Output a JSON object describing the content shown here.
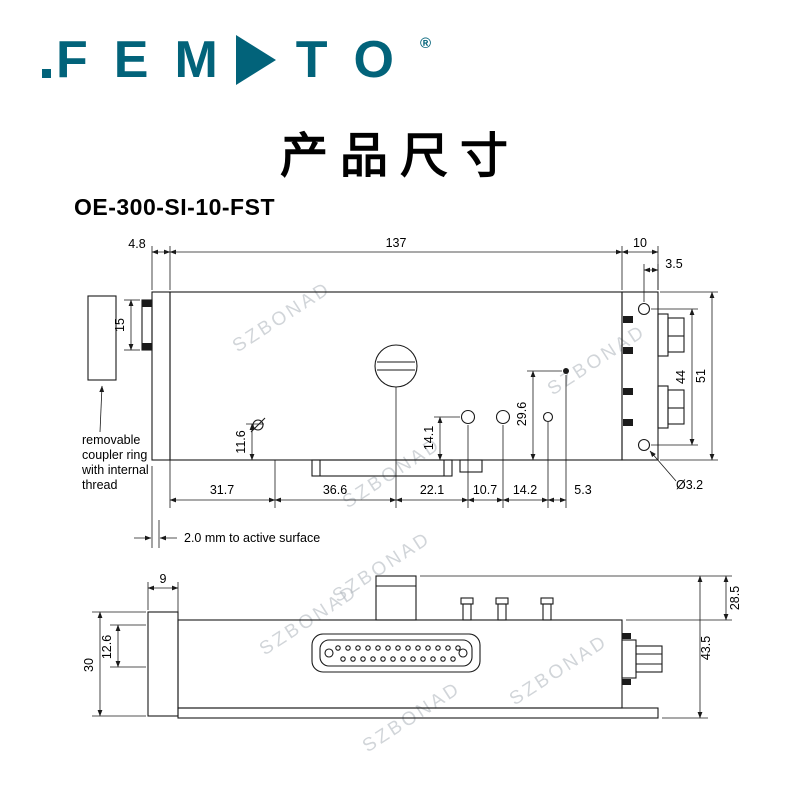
{
  "brand": {
    "letters": [
      "F",
      "E",
      "M",
      "T",
      "O"
    ],
    "registered": "®",
    "color": "#02637A"
  },
  "title": "产品尺寸",
  "model": "OE-300-SI-10-FST",
  "watermark": "SZBONAD",
  "top_view": {
    "coupler_note_lines": [
      "removable",
      "coupler ring",
      "with internal",
      "thread"
    ],
    "active_surface_note": "2.0 mm to active surface",
    "dims": {
      "front_flange_width": "4.8",
      "body_length": "137",
      "rear_plate_width": "10",
      "hole_edge_offset": "3.5",
      "port_height": "15",
      "connector_plate_span": "44",
      "body_height": "51",
      "screw_bottom_offset": "11.6",
      "hole_bottom_offset": "14.1",
      "pin_bottom_offset": "29.6",
      "seg_31_7": "31.7",
      "seg_36_6": "36.6",
      "seg_22_1": "22.1",
      "seg_10_7": "10.7",
      "seg_14_2": "14.2",
      "seg_5_3": "5.3",
      "mount_hole_dia": "Ø3.2"
    }
  },
  "bottom_view": {
    "dims": {
      "cap_width": "9",
      "connector_center_offset": "12.6",
      "cap_height": "30",
      "upper_height": "28.5",
      "total_height": "43.5"
    }
  }
}
